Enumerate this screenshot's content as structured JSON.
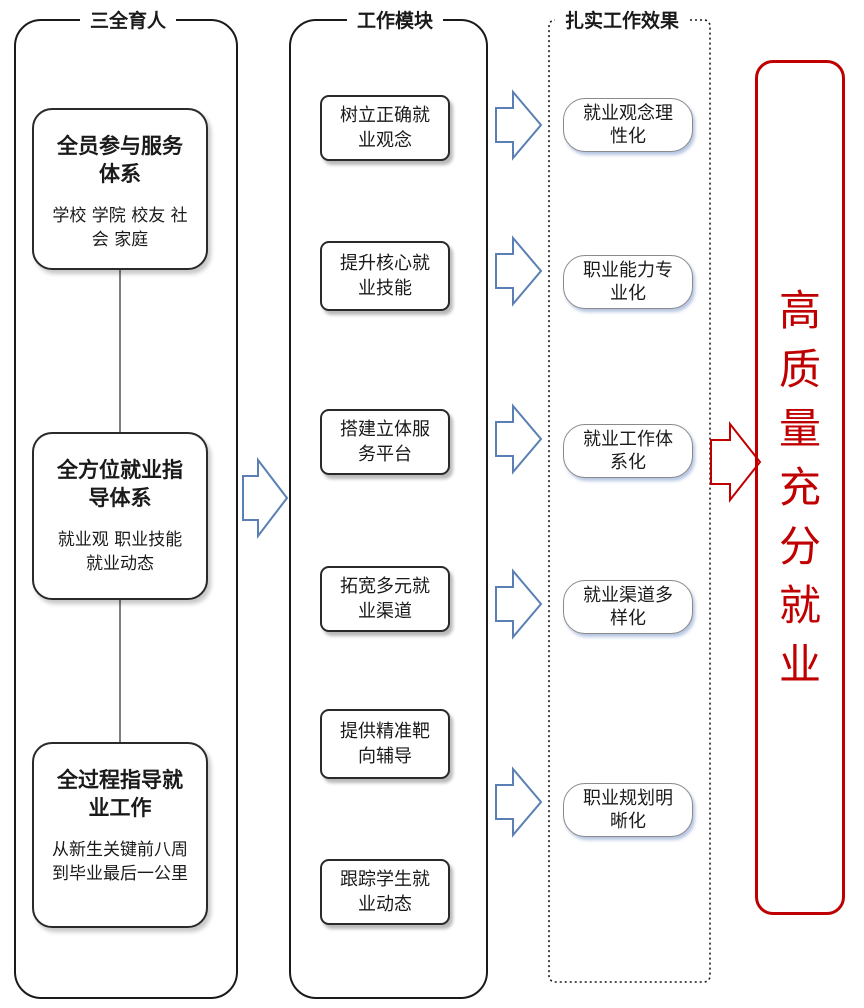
{
  "columns": {
    "pillars_title": "三全育人",
    "modules_title": "工作模块",
    "results_title": "扎实工作效果"
  },
  "pillars": [
    {
      "title": "全员参与服务体系",
      "subtitle": "学校 学院 校友 社会 家庭"
    },
    {
      "title": "全方位就业指导体系",
      "subtitle": "就业观 职业技能 就业动态"
    },
    {
      "title": "全过程指导就业工作",
      "subtitle": "从新生关键前八周到毕业最后一公里"
    }
  ],
  "modules": [
    "树立正确就业观念",
    "提升核心就业技能",
    "搭建立体服务平台",
    "拓宽多元就业渠道",
    "提供精准靶向辅导",
    "跟踪学生就业动态"
  ],
  "results": [
    "就业观念理性化",
    "职业能力专业化",
    "就业工作体系化",
    "就业渠道多样化",
    "职业规划明晰化"
  ],
  "goal": "高质量充分就业",
  "colors": {
    "outline": "#1a1a1a",
    "arrow_blue": "#5a7fb5",
    "arrow_red": "#c00000",
    "goal_red": "#c00000"
  }
}
